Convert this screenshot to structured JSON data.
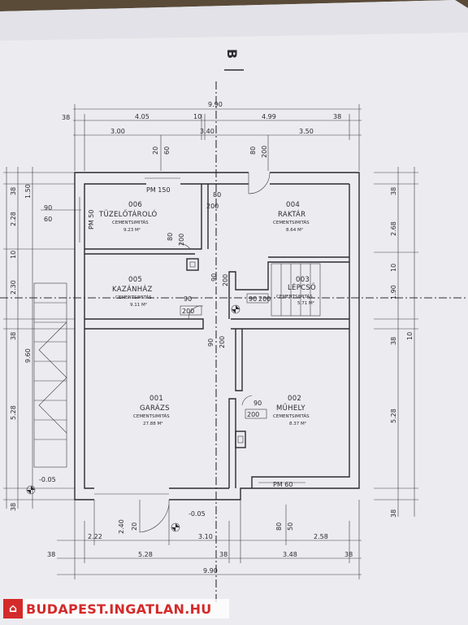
{
  "section_marker": "B",
  "dimensions_top": {
    "total": "9.90",
    "row1": [
      "38",
      "4.05",
      "10",
      "4.99",
      "38"
    ],
    "row2": [
      "3.00",
      "3.40",
      "3.50"
    ],
    "vertical": [
      "20",
      "60",
      "80",
      "200"
    ]
  },
  "dimensions_bottom": {
    "row1": [
      "2.22",
      "2.40",
      "20",
      "3.10",
      "80",
      "50",
      "2.58"
    ],
    "row2": [
      "38",
      "5.28",
      "38",
      "3.48",
      "38"
    ],
    "total": "9.90"
  },
  "dimensions_left": [
    "38",
    "1.50",
    "2.28",
    "90",
    "60",
    "10",
    "2.30",
    "38",
    "9.60",
    "5.28",
    "38"
  ],
  "dimensions_right": [
    "38",
    "2.68",
    "10",
    "1.90",
    "38",
    "10",
    "5.28",
    "38"
  ],
  "openings": {
    "pm150": "PM 150",
    "pm50": "PM 50",
    "pm60": "PM 60",
    "d90": "90",
    "d200": "200",
    "d80": "80"
  },
  "levels": {
    "left": "-0.05",
    "bottom": "-0.05"
  },
  "rooms": [
    {
      "num": "006",
      "name": "TÜZELŐTÁROLÓ",
      "floor": "CEMENTSIMITÁS",
      "area": "9.23 M²"
    },
    {
      "num": "004",
      "name": "RAKTÁR",
      "floor": "CEMENTSIMITÁS",
      "area": "8.64 M²"
    },
    {
      "num": "005",
      "name": "KAZÁNHÁZ",
      "floor": "CEMENTSIMITÁS",
      "area": "9.11 M²"
    },
    {
      "num": "003",
      "name": "LÉPCSŐ",
      "floor": "CEMENTSIMITÁS",
      "area": "5.71 M²"
    },
    {
      "num": "001",
      "name": "GARÁZS",
      "floor": "CEMENTSIMITÁS",
      "area": "27.88 M²"
    },
    {
      "num": "002",
      "name": "MŰHELY",
      "floor": "CEMENTSIMITÁS",
      "area": "8.37 M²"
    }
  ],
  "watermark": {
    "logo_glyph": "⌂",
    "text": "BUDAPEST.INGATLAN.HU",
    "color": "#d42a2a"
  }
}
